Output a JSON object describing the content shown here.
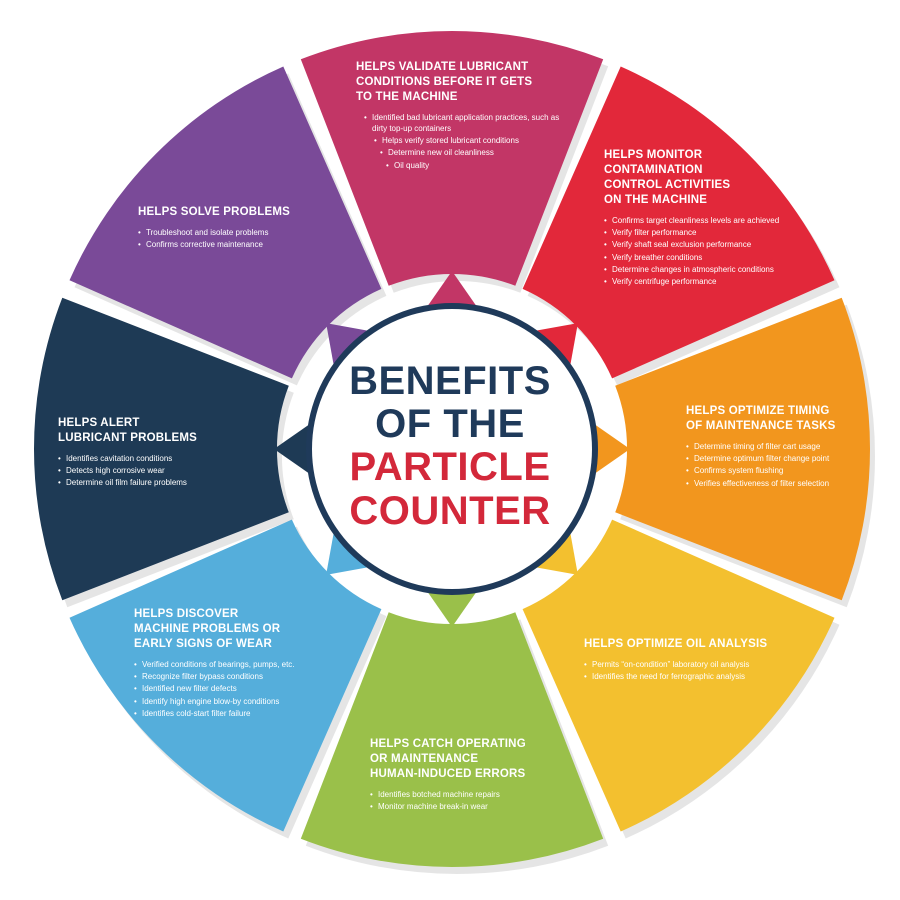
{
  "center": {
    "line1": "BENEFITS",
    "line2": "OF THE",
    "line3": "PARTICLE",
    "line4": "COUNTER",
    "dark_color": "#1f3a5a",
    "accent_color": "#d3283a"
  },
  "segments": [
    {
      "id": "validate",
      "color": "#c23666",
      "title_lines": [
        "HELPS VALIDATE LUBRICANT",
        "CONDITIONS BEFORE IT GETS",
        "TO THE MACHINE"
      ],
      "items": [
        "Identified bad lubricant application practices, such as dirty top-up containers",
        "Helps verify stored lubricant conditions",
        "Determine new oil cleanliness",
        "Oil quality"
      ]
    },
    {
      "id": "monitor",
      "color": "#e2283a",
      "title_lines": [
        "HELPS MONITOR",
        "CONTAMINATION",
        "CONTROL ACTIVITIES",
        "ON THE MACHINE"
      ],
      "items": [
        "Confirms target cleanliness levels are achieved",
        "Verify filter performance",
        "Verify shaft seal exclusion performance",
        "Verify breather conditions",
        "Determine changes in atmospheric conditions",
        "Verify centrifuge performance"
      ]
    },
    {
      "id": "timing",
      "color": "#f2961e",
      "title_lines": [
        "HELPS OPTIMIZE TIMING",
        "OF MAINTENANCE TASKS"
      ],
      "items": [
        "Determine timing of filter cart usage",
        "Determine optimum filter change point",
        "Confirms system flushing",
        "Verifies effectiveness of filter selection"
      ]
    },
    {
      "id": "oil-analysis",
      "color": "#f3c02f",
      "title_lines": [
        "HELPS OPTIMIZE OIL ANALYSIS"
      ],
      "items": [
        "Permits “on-condition” laboratory oil analysis",
        "Identifies the need for ferrographic analysis"
      ]
    },
    {
      "id": "operating-errors",
      "color": "#9ac04a",
      "title_lines": [
        "HELPS CATCH OPERATING",
        "OR MAINTENANCE",
        "HUMAN-INDUCED ERRORS"
      ],
      "items": [
        "Identifies botched machine repairs",
        "Monitor machine break-in wear"
      ]
    },
    {
      "id": "discover",
      "color": "#55aedb",
      "title_lines": [
        "HELPS DISCOVER",
        "MACHINE PROBLEMS OR",
        "EARLY SIGNS OF WEAR"
      ],
      "items": [
        "Verified conditions of bearings, pumps, etc.",
        "Recognize filter bypass conditions",
        "Identified new filter defects",
        "Identify high engine blow-by conditions",
        "Identifies cold-start filter failure"
      ]
    },
    {
      "id": "alert",
      "color": "#1e3a55",
      "title_lines": [
        "HELPS ALERT",
        "LUBRICANT PROBLEMS"
      ],
      "items": [
        "Identifies cavitation conditions",
        "Detects high corrosive wear",
        "Determine oil film failure problems"
      ]
    },
    {
      "id": "solve",
      "color": "#7a4a98",
      "title_lines": [
        "HELPS SOLVE PROBLEMS"
      ],
      "items": [
        "Troubleshoot and isolate problems",
        "Confirms corrective maintenance"
      ]
    }
  ]
}
